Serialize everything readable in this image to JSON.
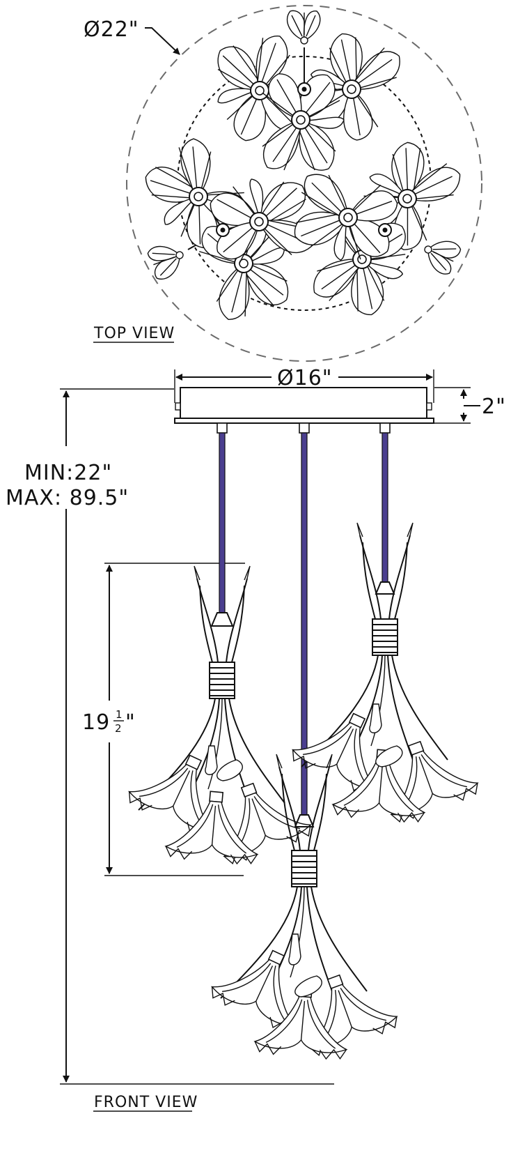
{
  "top_view": {
    "label": "TOP VIEW",
    "outer_diameter": "Ø22\""
  },
  "front_view": {
    "label": "FRONT VIEW",
    "canopy_diameter": "Ø16\"",
    "canopy_height": "2\"",
    "overall_min": "MIN:22\"",
    "overall_max": "MAX: 89.5\"",
    "cluster_height_whole": "19",
    "cluster_height_num": "1",
    "cluster_height_den": "2",
    "cluster_height_unit": "\""
  },
  "colors": {
    "cord": "#4b3f8f",
    "line": "#111111",
    "dash": "#6b6b6b"
  }
}
